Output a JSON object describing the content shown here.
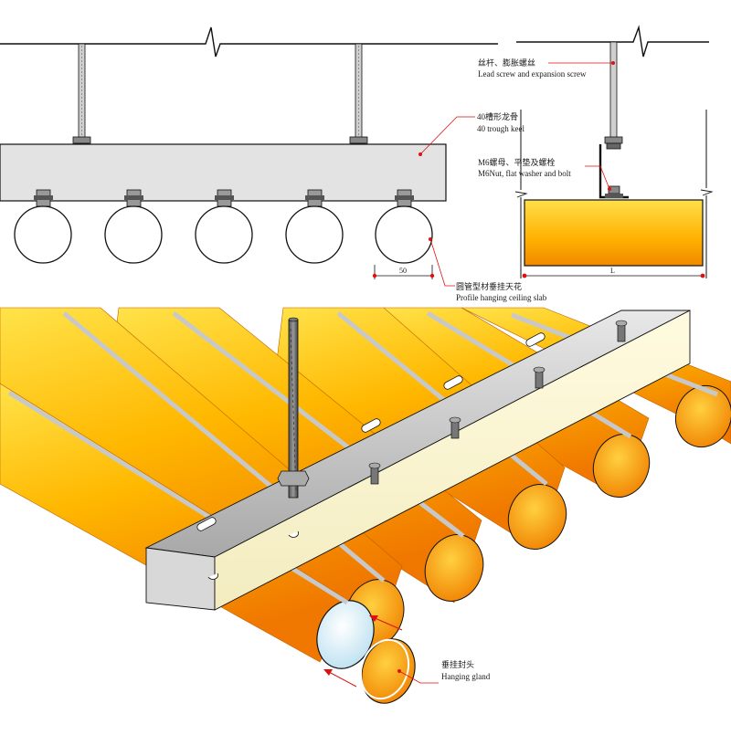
{
  "labels": {
    "lead_screw_cn": "丝杆、膨胀螺丝",
    "lead_screw_en": "Lead screw and expansion screw",
    "trough_keel_cn": "40槽形龙骨",
    "trough_keel_en": "40 trough keel",
    "nut_cn": "M6螺母、平垫及螺栓",
    "nut_en": "M6Nut, flat washer and bolt",
    "slab_cn": "圆管型材垂挂天花",
    "slab_en": "Profile hanging ceiling slab",
    "gland_cn": "垂挂封头",
    "gland_en": "Hanging gland"
  },
  "dimensions": {
    "tube_spacing": "50",
    "length": "L"
  },
  "colors": {
    "tube_light": "#ffd200",
    "tube_mid": "#ffb400",
    "tube_dark": "#f08000",
    "keel_fill": "#e2e2e2",
    "leader": "#e01010",
    "line": "#111111"
  }
}
